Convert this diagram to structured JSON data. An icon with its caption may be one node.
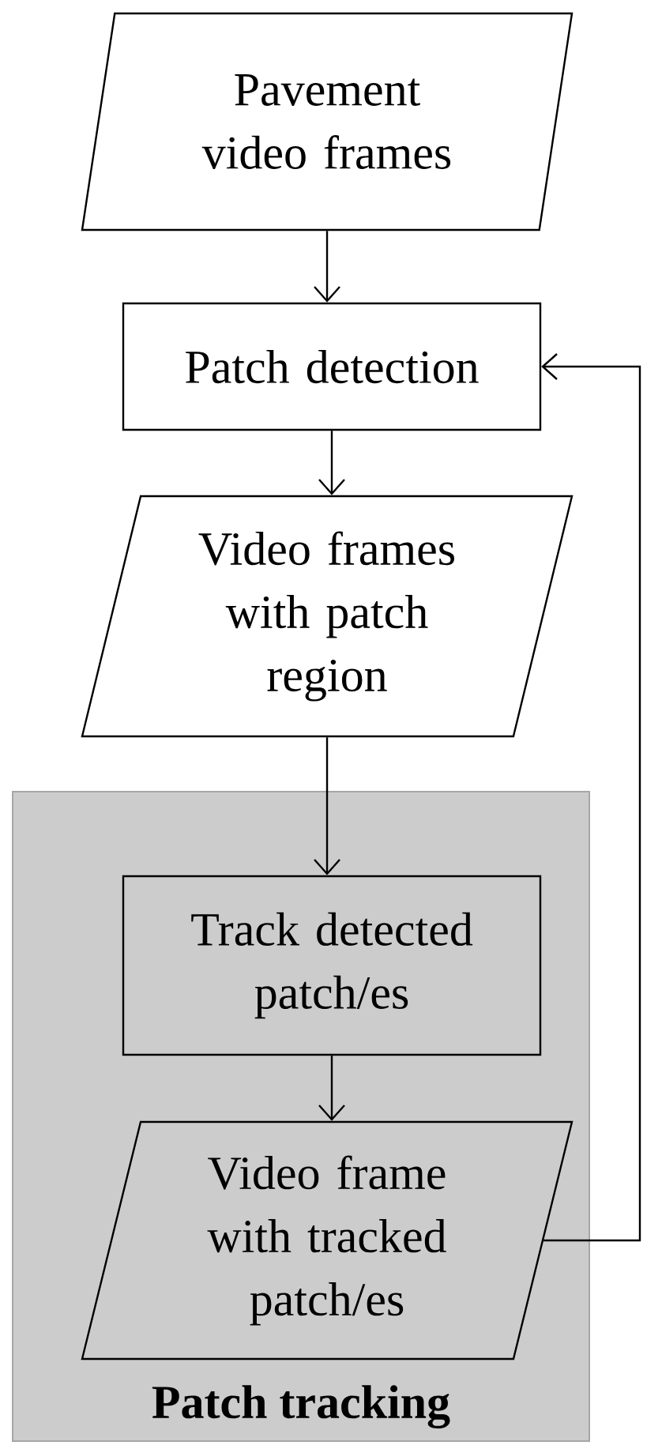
{
  "diagram": {
    "nodes": [
      {
        "text": [
          "Pavement video frames"
        ]
      },
      {
        "text": [
          "Patch detection"
        ]
      },
      {
        "text": [
          "Video frames with patch region"
        ]
      },
      {
        "text": [
          "Patch tracking"
        ]
      },
      {
        "text": [
          "Track detected patch/es"
        ],
        "in": 3
      },
      {
        "text": [
          "Video frame with tracked patch/es"
        ],
        "in": 3
      }
    ],
    "edges": [
      {
        "from": 0,
        "to": 1,
        "arrow": "to"
      },
      {
        "from": 1,
        "to": 2,
        "arrow": "to"
      },
      {
        "from": 2,
        "to": 4,
        "arrow": "to"
      },
      {
        "from": 4,
        "to": 5,
        "arrow": "to"
      },
      {
        "from": 5,
        "to": 1,
        "arrow": "to"
      }
    ]
  }
}
